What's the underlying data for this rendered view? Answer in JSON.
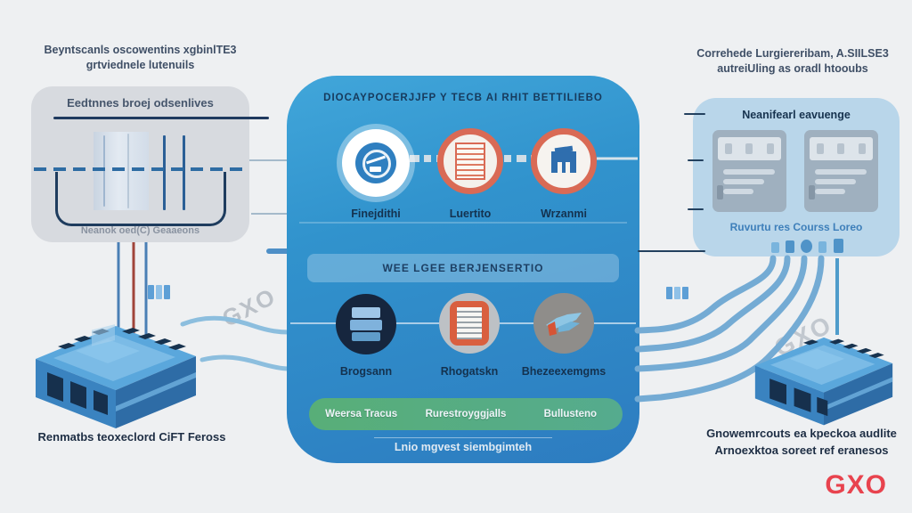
{
  "watermark": "GXO",
  "brand_logo": "GXO",
  "colors": {
    "background": "#eef0f2",
    "accent_red": "#e8434e",
    "center_panel_top": "#41a6da",
    "center_panel_bottom": "#2d7cc0",
    "green_bar": "#58ae78",
    "left_panel_bg": "#d7dadf",
    "right_panel_bg": "#b9d6ea",
    "device_blue": "#3d86c4",
    "cable_blue": "#74abd4"
  },
  "top_left_caption": {
    "line1": "Beyntscanls oscowentins xgbinlTE3",
    "line2": "grtviednele lutenuils"
  },
  "top_right_caption": {
    "line1": "Correhede Lurgiereribam, A.SIILSE3",
    "line2": "autreiUling as oradl htooubs"
  },
  "left_panel": {
    "title": "Eedtnnes broej odsenlives",
    "caption": "Neanok oed(C) Geaaeons"
  },
  "left_device": {
    "caption": "Renmatbs teoxeclord CiFT Feross"
  },
  "right_device": {
    "caption_line1": "Gnowemrcouts ea kpeckoa audlite",
    "caption_line2": "Arnoexktoa soreet ref eranesos"
  },
  "center_panel": {
    "title": "DIOCAYPOCERJJFP Y TECB AI RHIT BETTILIEBO",
    "top_row": [
      {
        "label": "Finejdithi",
        "icon": "gauge-icon"
      },
      {
        "label": "Luertito",
        "icon": "document-icon"
      },
      {
        "label": "Wrzanmi",
        "icon": "building-icon"
      }
    ],
    "mid_band": "WEE LGEE BERJENSERTIO",
    "bottom_row": [
      {
        "label": "Brogsann",
        "icon": "server-icon"
      },
      {
        "label": "Rhogatskn",
        "icon": "report-icon"
      },
      {
        "label": "Bhezeexemgms",
        "icon": "hand-icon"
      }
    ],
    "green_bar": {
      "item1": "Weersa Tracus",
      "item2": "Rurestroyggjalls",
      "item3": "Bullusteno"
    },
    "bottom_caption": "Lnio mgvest siembgimteh"
  },
  "right_panel": {
    "title": "Neanifearl eavuenge",
    "caption": "Ruvurtu res Courss Loreo"
  }
}
